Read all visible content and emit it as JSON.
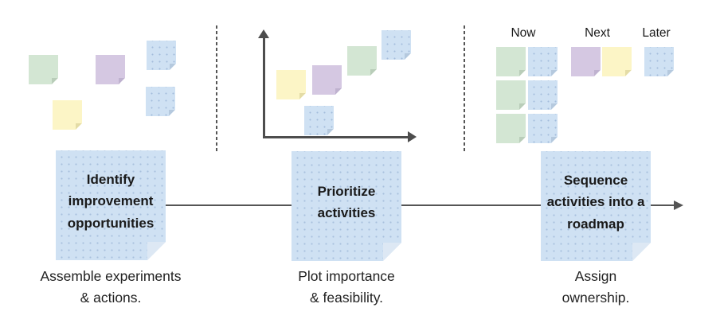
{
  "diagram": {
    "steps": [
      {
        "title": "Identify improvement opportunities",
        "caption": "Assemble experiments\n& actions."
      },
      {
        "title": "Prioritize activities",
        "caption": "Plot importance\n& feasibility."
      },
      {
        "title": "Sequence activities into a roadmap",
        "caption": "Assign\nownership."
      }
    ],
    "roadmap_columns": [
      "Now",
      "Next",
      "Later"
    ]
  },
  "colors": {
    "note_blue": "#cfe1f3",
    "note_green": "#d3e6d3",
    "note_purple": "#d5c8e2",
    "note_yellow": "#fcf5c6",
    "arrow": "#555555",
    "axis": "#4d4d4d"
  }
}
